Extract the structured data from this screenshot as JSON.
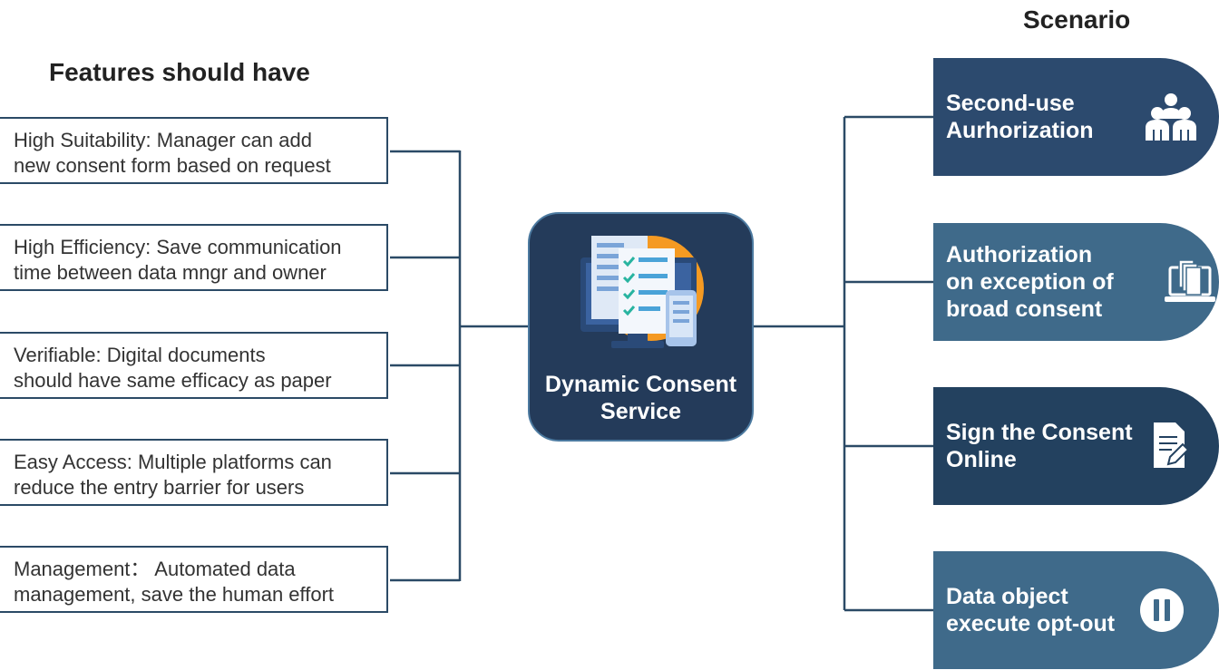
{
  "features_heading": "Features should have",
  "scenario_heading": "Scenario",
  "center": {
    "line1": "Dynamic Consent",
    "line2": "Service",
    "icon": "computer-documents-icon"
  },
  "features": [
    {
      "line1": "High Suitability: Manager can add",
      "line2": "new consent form based on request"
    },
    {
      "line1": "High Efficiency: Save communication",
      "line2": "time between data mngr and owner"
    },
    {
      "line1": "Verifiable:  Digital documents",
      "line2": "should have same efficacy as paper"
    },
    {
      "line1": "Easy Access: Multiple platforms can",
      "line2": "reduce the entry barrier for users"
    },
    {
      "line1": "Management： Automated data",
      "line2": "management, save the human effort"
    }
  ],
  "scenarios": [
    {
      "lines": [
        "Second-use",
        "Aurhorization"
      ],
      "icon": "people-group-icon",
      "color": "#2c4a6e"
    },
    {
      "lines": [
        "Authorization",
        "on exception of",
        "broad consent"
      ],
      "icon": "laptop-documents-icon",
      "color": "#3f6a8a"
    },
    {
      "lines": [
        "Sign the Consent",
        "Online"
      ],
      "icon": "document-sign-icon",
      "color": "#23415f"
    },
    {
      "lines": [
        "Data object",
        "execute opt-out"
      ],
      "icon": "pause-icon",
      "color": "#3f6a8a"
    }
  ]
}
